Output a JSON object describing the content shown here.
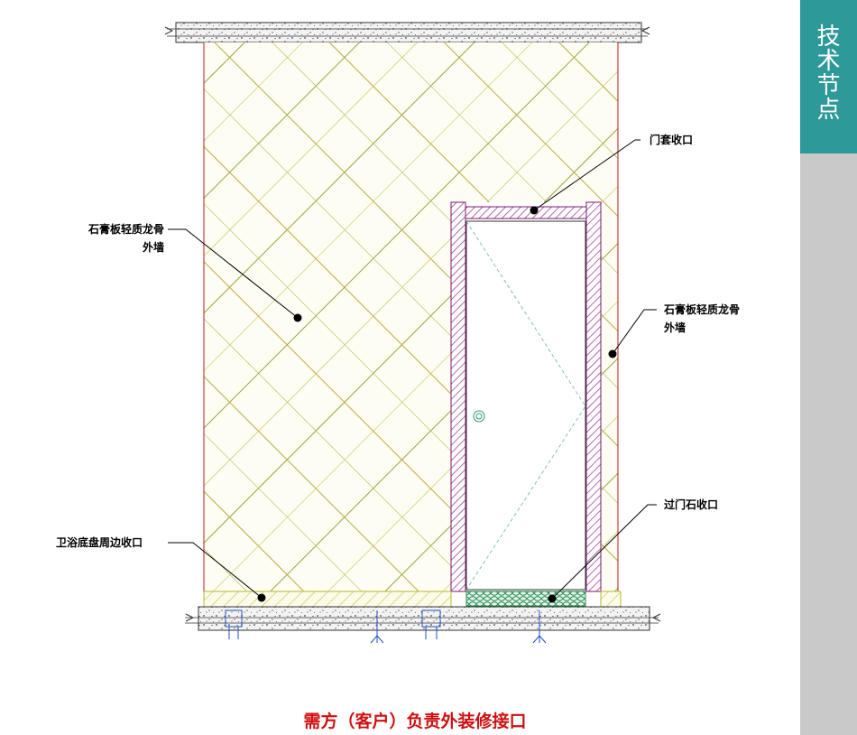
{
  "sidebar": {
    "title": "技术节点",
    "accent": "#2e9999"
  },
  "callouts": {
    "door_casing": "门套收口",
    "wall_left_l1": "石膏板轻质龙骨",
    "wall_left_l2": "外墙",
    "wall_right_l1": "石膏板轻质龙骨",
    "wall_right_l2": "外墙",
    "threshold": "过门石收口",
    "shower_tray": "卫浴底盘周边收口"
  },
  "caption": "需方（客户）负责外装修接口",
  "colors": {
    "caption": "#d01010",
    "wall_hatch": "#b8b830",
    "door_frame": "#9a2a8a",
    "threshold": "#2a9a5a"
  }
}
